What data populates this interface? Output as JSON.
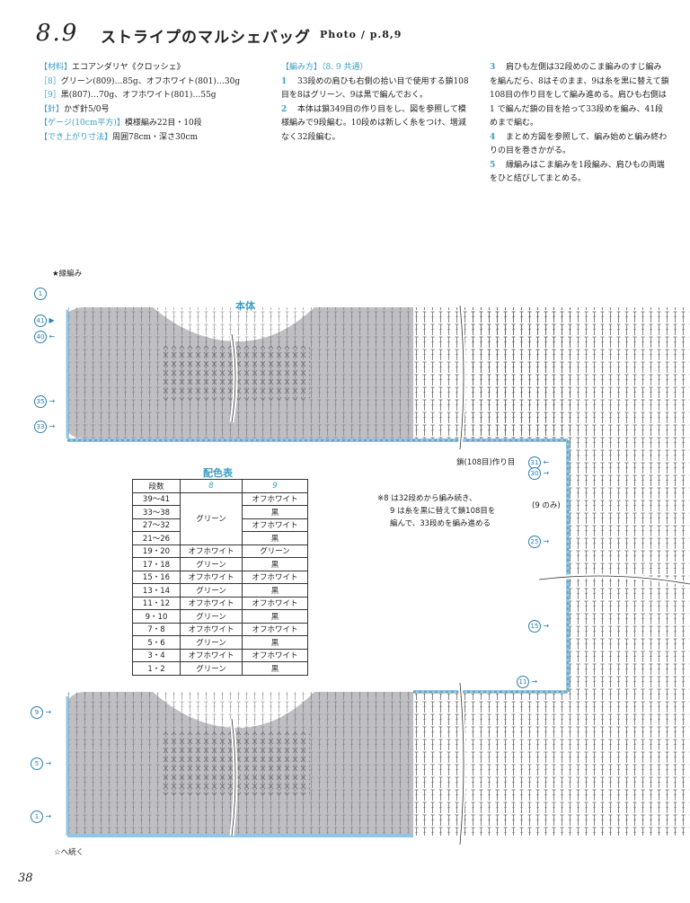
{
  "header": {
    "number": "8.9",
    "title": "ストライプのマルシェバッグ",
    "photo": "Photo / p.8,9"
  },
  "materials": [
    {
      "label": "【材料】",
      "text": "エコアンダリヤ《クロッシェ》"
    },
    {
      "label": "［8］",
      "text": "グリーン(809)…85g、オフホワイト(801)…30g"
    },
    {
      "label": "［9］",
      "text": "黒(807)…70g、オフホワイト(801)…55g"
    },
    {
      "label": "【針】",
      "text": "かぎ針5/0号"
    },
    {
      "label": "【ゲージ(10cm平方)】",
      "text": "模様編み22目・10段"
    },
    {
      "label": "【でき上がり寸法】",
      "text": "周囲78cm・深さ30cm"
    }
  ],
  "method": {
    "heading": "【編み方】（8. 9 共通）",
    "steps": [
      {
        "n": "1",
        "text": "33段めの肩ひも右側の拾い目で使用する鎖108目を8はグリーン、9は黒で編んでおく。"
      },
      {
        "n": "2",
        "text": "本体は鎖349目の作り目をし、図を参照して模様編みで9段編む。10段めは新しく糸をつけ、増減なく32段編む。"
      },
      {
        "n": "3",
        "text": "肩ひも左側は32段めのこま編みのすじ編みを編んだら、8はそのまま、9は糸を黒に替えて鎖108目の作り目をして編み進める。肩ひも右側は 1 で編んだ鎖の目を拾って33段めを編み、41段めまで編む。"
      },
      {
        "n": "4",
        "text": "まとめ方図を参照して、編み始めと編み終わりの目を巻きかがる。"
      },
      {
        "n": "5",
        "text": "縁編みはこま編みを1段編み、肩ひもの両端をひと結びしてまとめる。"
      }
    ]
  },
  "diagram": {
    "title": "本体",
    "top_mark": "★縁編み",
    "chain_label": "鎖(108目)作り目",
    "nine_only": "(9 のみ)",
    "bottom_label": "☆へ続く",
    "left_rows_top": [
      "1",
      "41",
      "40",
      "35",
      "33"
    ],
    "left_rows_bottom": [
      "9",
      "5",
      "1"
    ],
    "right_rows": [
      "31",
      "30",
      "25",
      "15",
      "11"
    ]
  },
  "color_table": {
    "title": "配色表",
    "headers": [
      "段数",
      "8",
      "9"
    ],
    "rows": [
      [
        "39〜41",
        "グリーン",
        "オフホワイト"
      ],
      [
        "33〜38",
        "",
        "黒"
      ],
      [
        "27〜32",
        "",
        "オフホワイト"
      ],
      [
        "21〜26",
        "",
        "黒"
      ],
      [
        "19・20",
        "オフホワイト",
        "グリーン"
      ],
      [
        "17・18",
        "グリーン",
        "黒"
      ],
      [
        "15・16",
        "オフホワイト",
        "オフホワイト"
      ],
      [
        "13・14",
        "グリーン",
        "黒"
      ],
      [
        "11・12",
        "オフホワイト",
        "オフホワイト"
      ],
      [
        "9・10",
        "グリーン",
        "黒"
      ],
      [
        "7・8",
        "オフホワイト",
        "オフホワイト"
      ],
      [
        "5・6",
        "グリーン",
        "黒"
      ],
      [
        "3・4",
        "オフホワイト",
        "オフホワイト"
      ],
      [
        "1・2",
        "グリーン",
        "黒"
      ]
    ]
  },
  "note": {
    "lines": [
      "※8 は32段めから編み続き、",
      "9 は糸を黒に替えて鎖108目を",
      "編んで、33段めを編み進める"
    ]
  },
  "page_number": "38",
  "colors": {
    "accent": "#3a9ec4",
    "shade": "#a9a9ad",
    "chain": "#8fc8e6"
  }
}
